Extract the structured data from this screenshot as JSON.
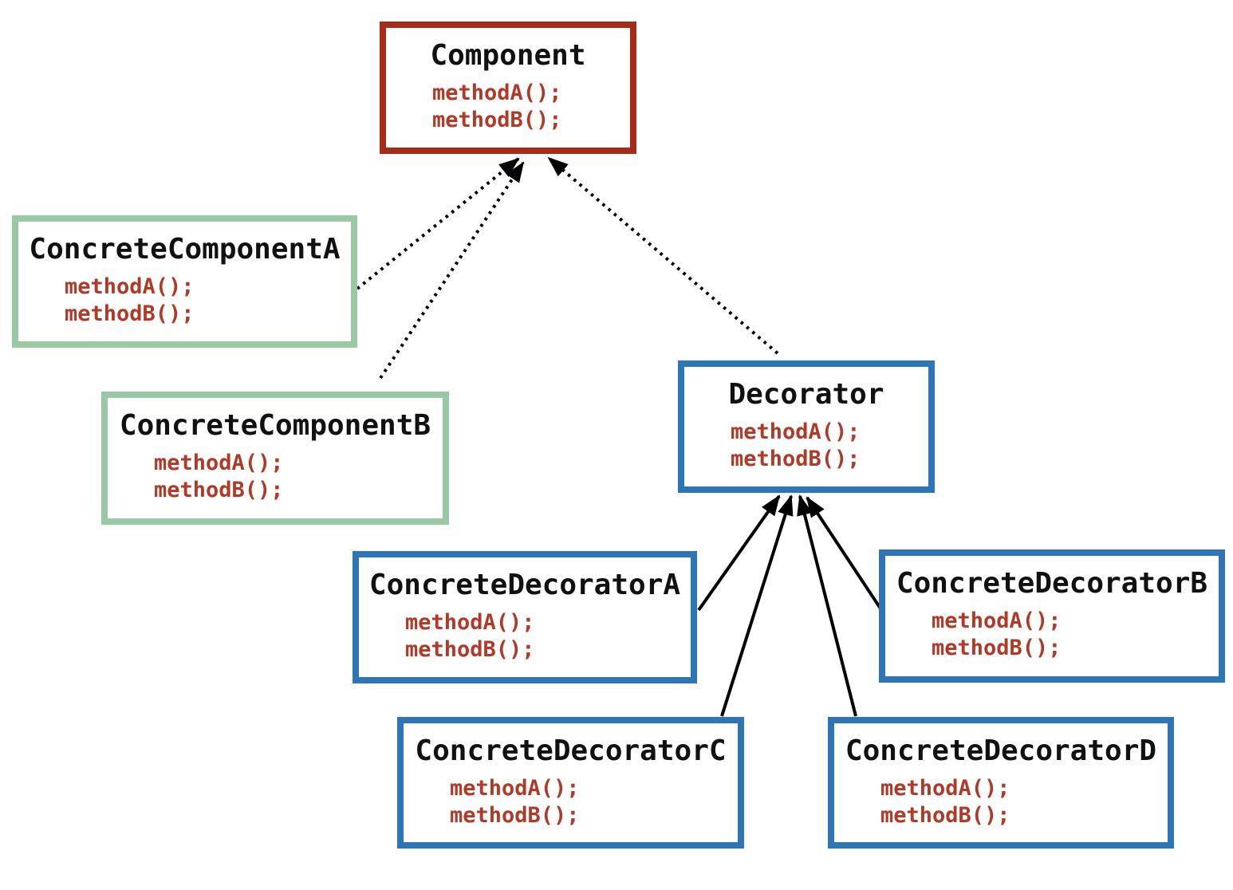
{
  "colors": {
    "component-border": "#A62C17",
    "concrete-component-border": "#98C9A3",
    "decorator-border": "#2D75B5",
    "method-text": "#B03A28",
    "title-text": "#111111",
    "arrow": "#000000",
    "background": "#FFFFFF"
  },
  "classes": [
    {
      "id": "component",
      "name": "Component",
      "methods": [
        "methodA();",
        "methodB();"
      ]
    },
    {
      "id": "concrete-component-a",
      "name": "ConcreteComponentA",
      "methods": [
        "methodA();",
        "methodB();"
      ]
    },
    {
      "id": "concrete-component-b",
      "name": "ConcreteComponentB",
      "methods": [
        "methodA();",
        "methodB();"
      ]
    },
    {
      "id": "decorator",
      "name": "Decorator",
      "methods": [
        "methodA();",
        "methodB();"
      ]
    },
    {
      "id": "concrete-decorator-a",
      "name": "ConcreteDecoratorA",
      "methods": [
        "methodA();",
        "methodB();"
      ]
    },
    {
      "id": "concrete-decorator-b",
      "name": "ConcreteDecoratorB",
      "methods": [
        "methodA();",
        "methodB();"
      ]
    },
    {
      "id": "concrete-decorator-c",
      "name": "ConcreteDecoratorC",
      "methods": [
        "methodA();",
        "methodB();"
      ]
    },
    {
      "id": "concrete-decorator-d",
      "name": "ConcreteDecoratorD",
      "methods": [
        "methodA();",
        "methodB();"
      ]
    }
  ]
}
